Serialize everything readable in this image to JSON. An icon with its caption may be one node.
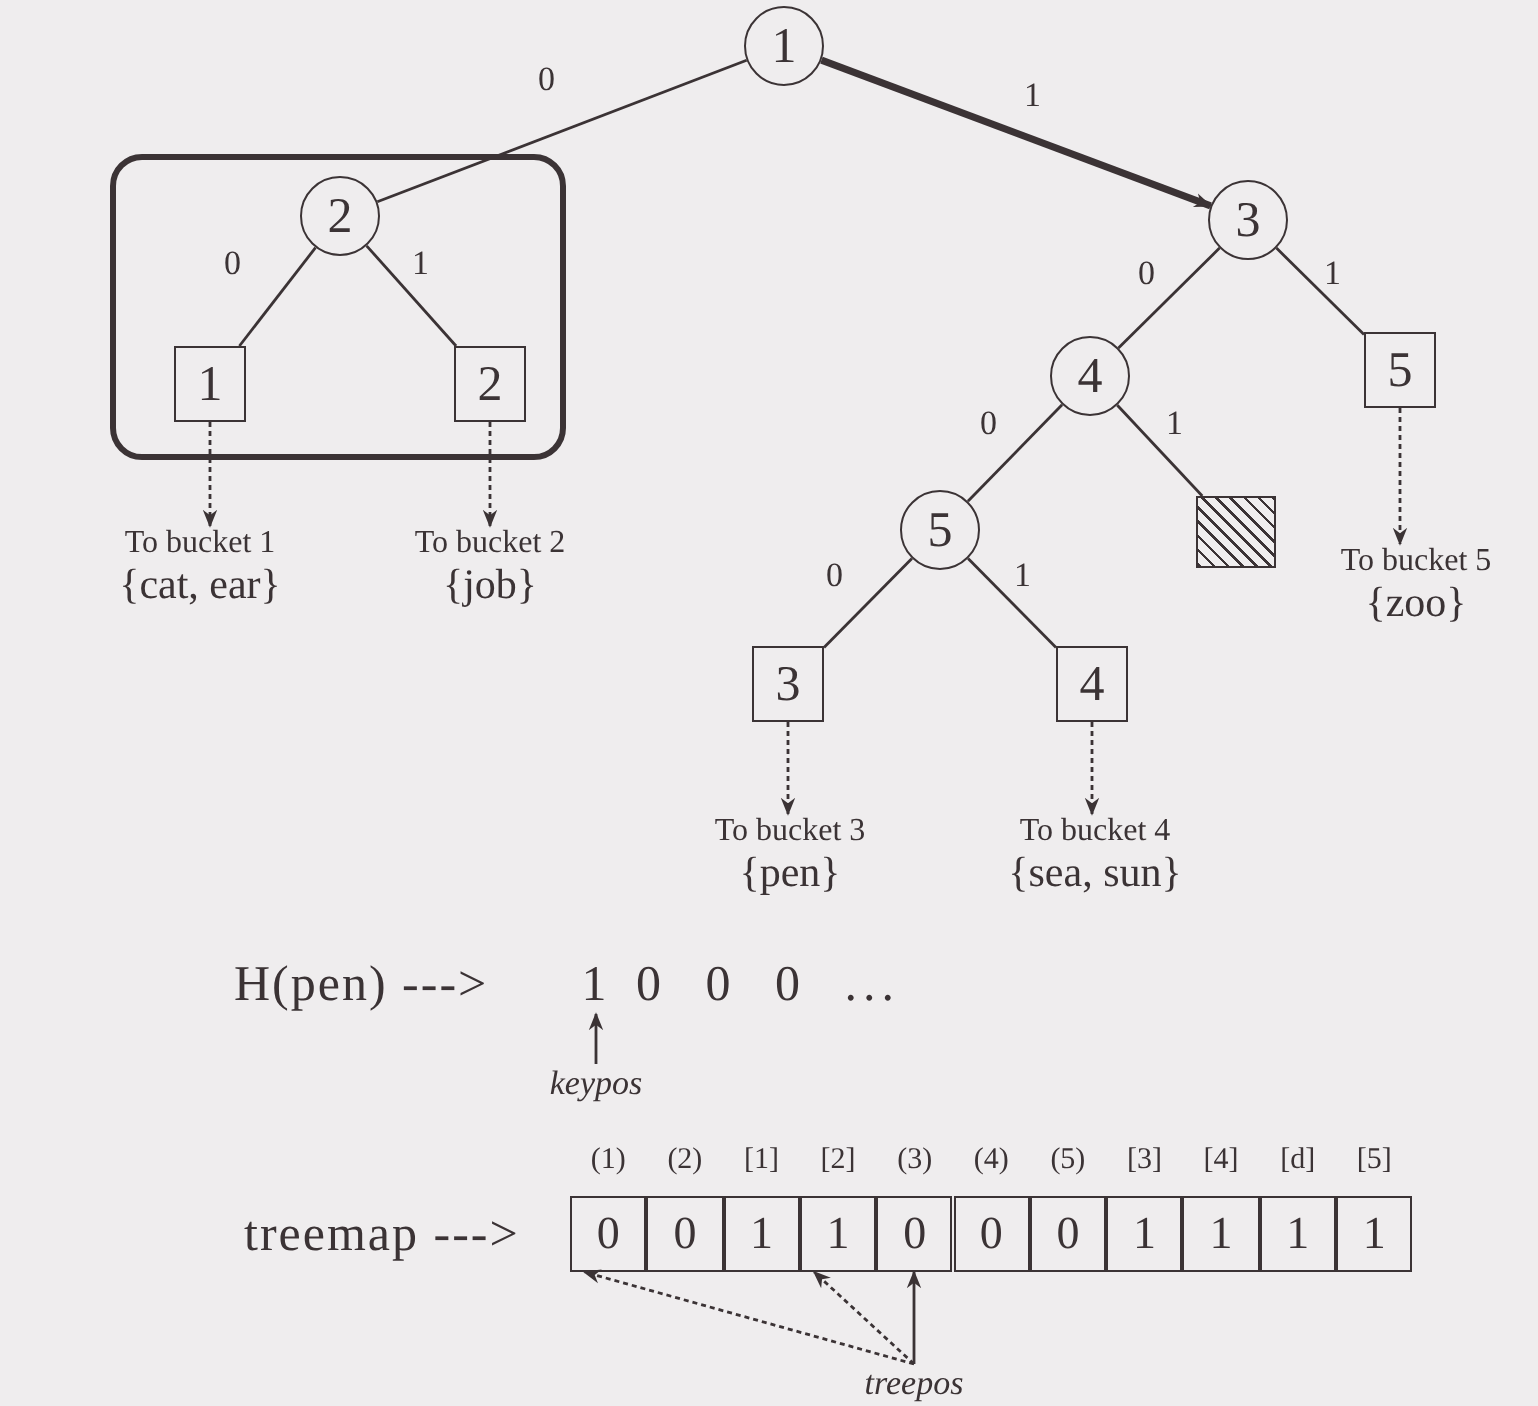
{
  "diagram": {
    "nodes": [
      {
        "text": [],
        "shape": "box"
      },
      {
        "text": [
          "1"
        ]
      },
      {
        "text": [
          "2"
        ],
        "in": 0
      },
      {
        "text": [
          "1"
        ],
        "in": 0
      },
      {
        "text": [
          "2"
        ],
        "in": 0
      },
      {
        "text": [
          "To bucket 1",
          "{cat, ear}"
        ]
      },
      {
        "text": [
          "To bucket 2",
          "{job}"
        ]
      },
      {
        "text": [
          "3"
        ]
      },
      {
        "text": [
          "4"
        ]
      },
      {
        "text": [
          "5"
        ]
      },
      {
        "text": [
          "5"
        ]
      },
      {
        "text": [],
        "shape": "box"
      },
      {
        "text": [
          "To bucket 5",
          "{zoo}"
        ]
      },
      {
        "text": [
          "3"
        ]
      },
      {
        "text": [
          "4"
        ]
      },
      {
        "text": [
          "To bucket 3",
          "{pen}"
        ]
      },
      {
        "text": [
          "To bucket 4",
          "{sea, sun}"
        ]
      },
      {
        "text": [
          "keypos"
        ]
      },
      {
        "text": [
          "1"
        ]
      },
      {
        "text": [
          "0"
        ]
      },
      {
        "text": [
          "0"
        ]
      },
      {
        "text": [
          "1"
        ]
      },
      {
        "text": [
          "1"
        ]
      },
      {
        "text": [
          "0"
        ]
      },
      {
        "text": [
          "0"
        ]
      },
      {
        "text": [
          "0"
        ]
      },
      {
        "text": [
          "1"
        ]
      },
      {
        "text": [
          "1"
        ]
      },
      {
        "text": [
          "1"
        ]
      },
      {
        "text": [
          "1"
        ]
      },
      {
        "text": [
          "treepos"
        ]
      }
    ],
    "edges": [
      {
        "from": 1,
        "to": 2,
        "arrow": "none",
        "label": "0"
      },
      {
        "from": 1,
        "to": 7,
        "arrow": "to",
        "label": "1",
        "style": "thick"
      },
      {
        "from": 2,
        "to": 3,
        "arrow": "none",
        "label": "0"
      },
      {
        "from": 2,
        "to": 4,
        "arrow": "none",
        "label": "1"
      },
      {
        "from": 3,
        "to": 5,
        "arrow": "to",
        "style": "dashed"
      },
      {
        "from": 4,
        "to": 6,
        "arrow": "to",
        "style": "dashed"
      },
      {
        "from": 7,
        "to": 8,
        "arrow": "none",
        "label": "0"
      },
      {
        "from": 7,
        "to": 9,
        "arrow": "none",
        "label": "1"
      },
      {
        "from": 8,
        "to": 10,
        "arrow": "none",
        "label": "0"
      },
      {
        "from": 8,
        "to": 11,
        "arrow": "none",
        "label": "1"
      },
      {
        "from": 9,
        "to": 12,
        "arrow": "to",
        "style": "dashed"
      },
      {
        "from": 10,
        "to": 13,
        "arrow": "none",
        "label": "0"
      },
      {
        "from": 10,
        "to": 14,
        "arrow": "none",
        "label": "1"
      },
      {
        "from": 13,
        "to": 15,
        "arrow": "to",
        "style": "dashed"
      },
      {
        "from": 14,
        "to": 16,
        "arrow": "to",
        "style": "dashed"
      },
      {
        "from": 17,
        "to": 18,
        "arrow": "to"
      },
      {
        "from": 30,
        "to": 19,
        "arrow": "to",
        "style": "dashed"
      },
      {
        "from": 30,
        "to": 22,
        "arrow": "to",
        "style": "dashed"
      },
      {
        "from": 30,
        "to": 23,
        "arrow": "to"
      }
    ],
    "labels": [
      "H(pen) --->",
      "0 0 0 ...",
      "(1)",
      "(2)",
      "[1]",
      "[2]",
      "(3)",
      "(4)",
      "(5)",
      "[3]",
      "[4]",
      "[d]",
      "[5]",
      "treemap --->"
    ]
  }
}
